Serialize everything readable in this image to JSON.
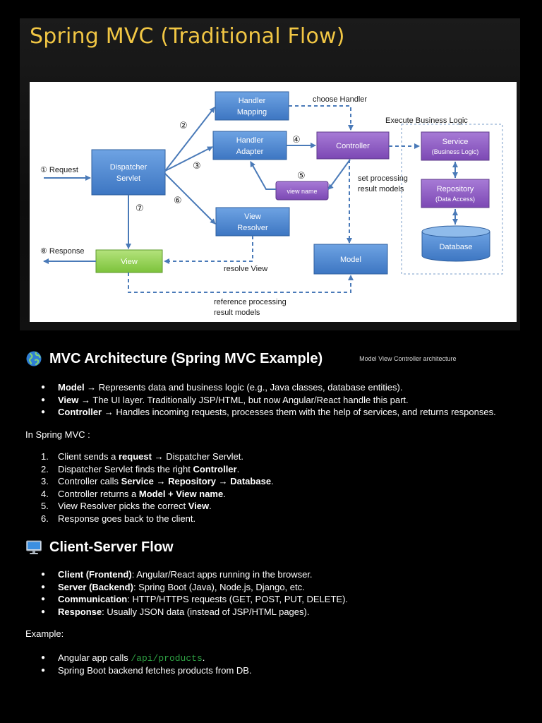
{
  "slide": {
    "title": "Spring MVC (Traditional Flow)",
    "diagram": {
      "boxes": {
        "handler_mapping": [
          "Handler",
          "Mapping"
        ],
        "handler_adapter": [
          "Handler",
          "Adapter"
        ],
        "dispatcher": [
          "Dispatcher",
          "Servlet"
        ],
        "view_resolver": [
          "View",
          "Resolver"
        ],
        "controller": "Controller",
        "view_name": "view name",
        "service": [
          "Service",
          "(Business Logic)"
        ],
        "repository": [
          "Repository",
          "(Data Access)"
        ],
        "database": "Database",
        "view": "View",
        "model": "Model"
      },
      "labels": {
        "choose_handler": "choose Handler",
        "execute_business_logic": "Execute Business Logic",
        "request": "① Request",
        "response": "⑧ Response",
        "set_processing": [
          "set processing",
          "result models"
        ],
        "resolve_view": "resolve View",
        "reference_processing": [
          "reference processing",
          "result models"
        ],
        "step2": "②",
        "step3": "③",
        "step4": "④",
        "step5": "⑤",
        "step6": "⑥",
        "step7": "⑦"
      },
      "colors": {
        "blue_box": "#4a86d0",
        "purple_box": "#8a55c0",
        "green_box": "#8fd04a",
        "arrow": "#4a7ab8"
      }
    }
  },
  "mvc": {
    "icon": "globe-icon",
    "heading": "MVC Architecture (Spring MVC Example)",
    "caption": "Model View Controller architecture",
    "bullets": [
      {
        "term": "Model",
        "text": " → Represents data and business logic (e.g., Java classes, database entities)."
      },
      {
        "term": "View",
        "text": " → The UI layer. Traditionally JSP/HTML, but now Angular/React handle this part."
      },
      {
        "term": "Controller",
        "text": " → Handles incoming requests, processes them with the help of services, and returns responses."
      }
    ],
    "intro": "In Spring MVC :",
    "steps": [
      {
        "num": "1.",
        "parts": [
          {
            "t": "Client sends a "
          },
          {
            "b": "request"
          },
          {
            "t": " → Dispatcher Servlet."
          }
        ]
      },
      {
        "num": "2.",
        "parts": [
          {
            "t": "Dispatcher Servlet finds the right "
          },
          {
            "b": "Controller"
          },
          {
            "t": "."
          }
        ]
      },
      {
        "num": "3.",
        "parts": [
          {
            "t": "Controller calls "
          },
          {
            "b": "Service"
          },
          {
            "t": " → "
          },
          {
            "b": "Repository"
          },
          {
            "t": " → "
          },
          {
            "b": "Database"
          },
          {
            "t": "."
          }
        ]
      },
      {
        "num": "4.",
        "parts": [
          {
            "t": "Controller returns a "
          },
          {
            "b": "Model + View name"
          },
          {
            "t": "."
          }
        ]
      },
      {
        "num": "5.",
        "parts": [
          {
            "t": "View Resolver picks the correct "
          },
          {
            "b": "View"
          },
          {
            "t": "."
          }
        ]
      },
      {
        "num": "6.",
        "parts": [
          {
            "t": "Response goes back to the client."
          }
        ]
      }
    ]
  },
  "client_server": {
    "icon": "desktop-computer-icon",
    "heading": "Client-Server Flow",
    "bullets": [
      {
        "term": "Client (Frontend)",
        "text": ": Angular/React apps running in the browser."
      },
      {
        "term": "Server (Backend)",
        "text": ": Spring Boot (Java), Node.js, Django, etc."
      },
      {
        "term": "Communication",
        "text": ": HTTP/HTTPS requests (GET, POST, PUT, DELETE)."
      },
      {
        "term": "Response",
        "text": ": Usually JSON data (instead of JSP/HTML pages)."
      }
    ],
    "example_label": "Example:",
    "example_items": [
      {
        "text_before": "Angular app calls ",
        "code": "/api/products",
        "text_after": "."
      },
      {
        "text": "Spring Boot backend fetches products from DB."
      }
    ]
  }
}
